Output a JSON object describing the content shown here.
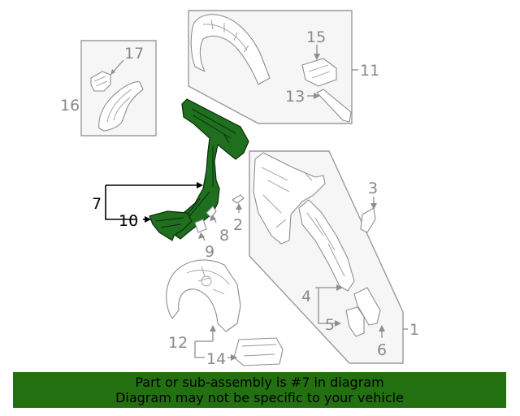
{
  "callouts": {
    "c1": "1",
    "c2": "2",
    "c3": "3",
    "c4": "4",
    "c5": "5",
    "c6": "6",
    "c7": "7",
    "c8": "8",
    "c9": "9",
    "c10": "10",
    "c11": "11",
    "c12": "12",
    "c13": "13",
    "c14": "14",
    "c15": "15",
    "c16": "16",
    "c17": "17"
  },
  "highlight": {
    "part": "7",
    "color": "#237011"
  },
  "banner": {
    "line1": "Part or sub-assembly is #7 in diagram",
    "line2": "Diagram may not be specific to your vehicle",
    "color": "#237011"
  }
}
